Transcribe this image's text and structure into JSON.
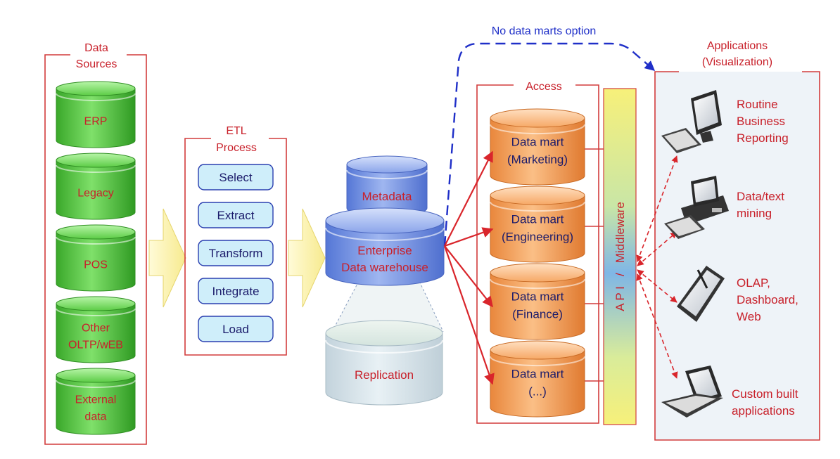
{
  "sources": {
    "title_lines": [
      "Data",
      "Sources"
    ],
    "items": [
      {
        "lines": [
          "ERP"
        ]
      },
      {
        "lines": [
          "Legacy"
        ]
      },
      {
        "lines": [
          "POS"
        ]
      },
      {
        "lines": [
          "Other",
          "OLTP/wEB"
        ]
      },
      {
        "lines": [
          "External",
          "data"
        ]
      }
    ]
  },
  "etl": {
    "title_lines": [
      "ETL",
      "Process"
    ],
    "steps": [
      "Select",
      "Extract",
      "Transform",
      "Integrate",
      "Load"
    ]
  },
  "warehouse": {
    "metadata_label": "Metadata",
    "edw_lines": [
      "Enterprise",
      "Data warehouse"
    ],
    "replication_label": "Replication"
  },
  "access": {
    "title": "Access",
    "marts": [
      {
        "lines": [
          "Data mart",
          "(Marketing)"
        ]
      },
      {
        "lines": [
          "Data mart",
          "(Engineering)"
        ]
      },
      {
        "lines": [
          "Data mart",
          "(Finance)"
        ]
      },
      {
        "lines": [
          "Data mart",
          "(...)"
        ]
      }
    ]
  },
  "middleware_label": "A P I   /   Middleware",
  "no_marts_label": "No data marts option",
  "applications": {
    "title_lines": [
      "Applications",
      "(Visualization)"
    ],
    "items": [
      {
        "icon": "desktop-computer-icon",
        "lines": [
          "Routine",
          "Business",
          "Reporting"
        ]
      },
      {
        "icon": "workstation-computer-icon",
        "lines": [
          "Data/text",
          "mining"
        ]
      },
      {
        "icon": "tablet-stylus-icon",
        "lines": [
          "OLAP,",
          "Dashboard,",
          "Web"
        ]
      },
      {
        "icon": "laptop-icon",
        "lines": [
          "Custom built",
          "applications"
        ]
      }
    ]
  },
  "colors": {
    "frame_red": "#d23c3c",
    "text_red": "#c8202a",
    "green_cylinder": "#4fc43a",
    "orange_cylinder": "#f4a25a",
    "blue_cylinder": "#6e8fe0",
    "etl_box_fill": "#cfeefa",
    "etl_box_border": "#2a3fb0",
    "dashed_blue": "#1f2fc8",
    "arrow_yellow": "#fbf3a6"
  }
}
